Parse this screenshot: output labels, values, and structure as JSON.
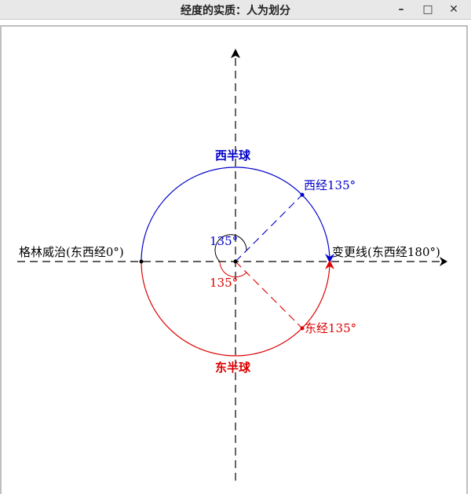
{
  "window": {
    "title": "经度的实质：人为划分",
    "minimize_glyph": "–",
    "maximize_glyph": "□",
    "close_glyph": "✕"
  },
  "diagram": {
    "labels": {
      "west_hemisphere": "西半球",
      "east_hemisphere": "东半球",
      "greenwich": "格林威治(东西经0°)",
      "dateline": "变更线(东西经180°)",
      "west_135": "西经135°",
      "east_135": "东经135°",
      "angle_top": "135°",
      "angle_bottom": "135°"
    },
    "colors": {
      "west": "#0000cc",
      "east": "#dd0000",
      "axis": "#000000"
    }
  }
}
